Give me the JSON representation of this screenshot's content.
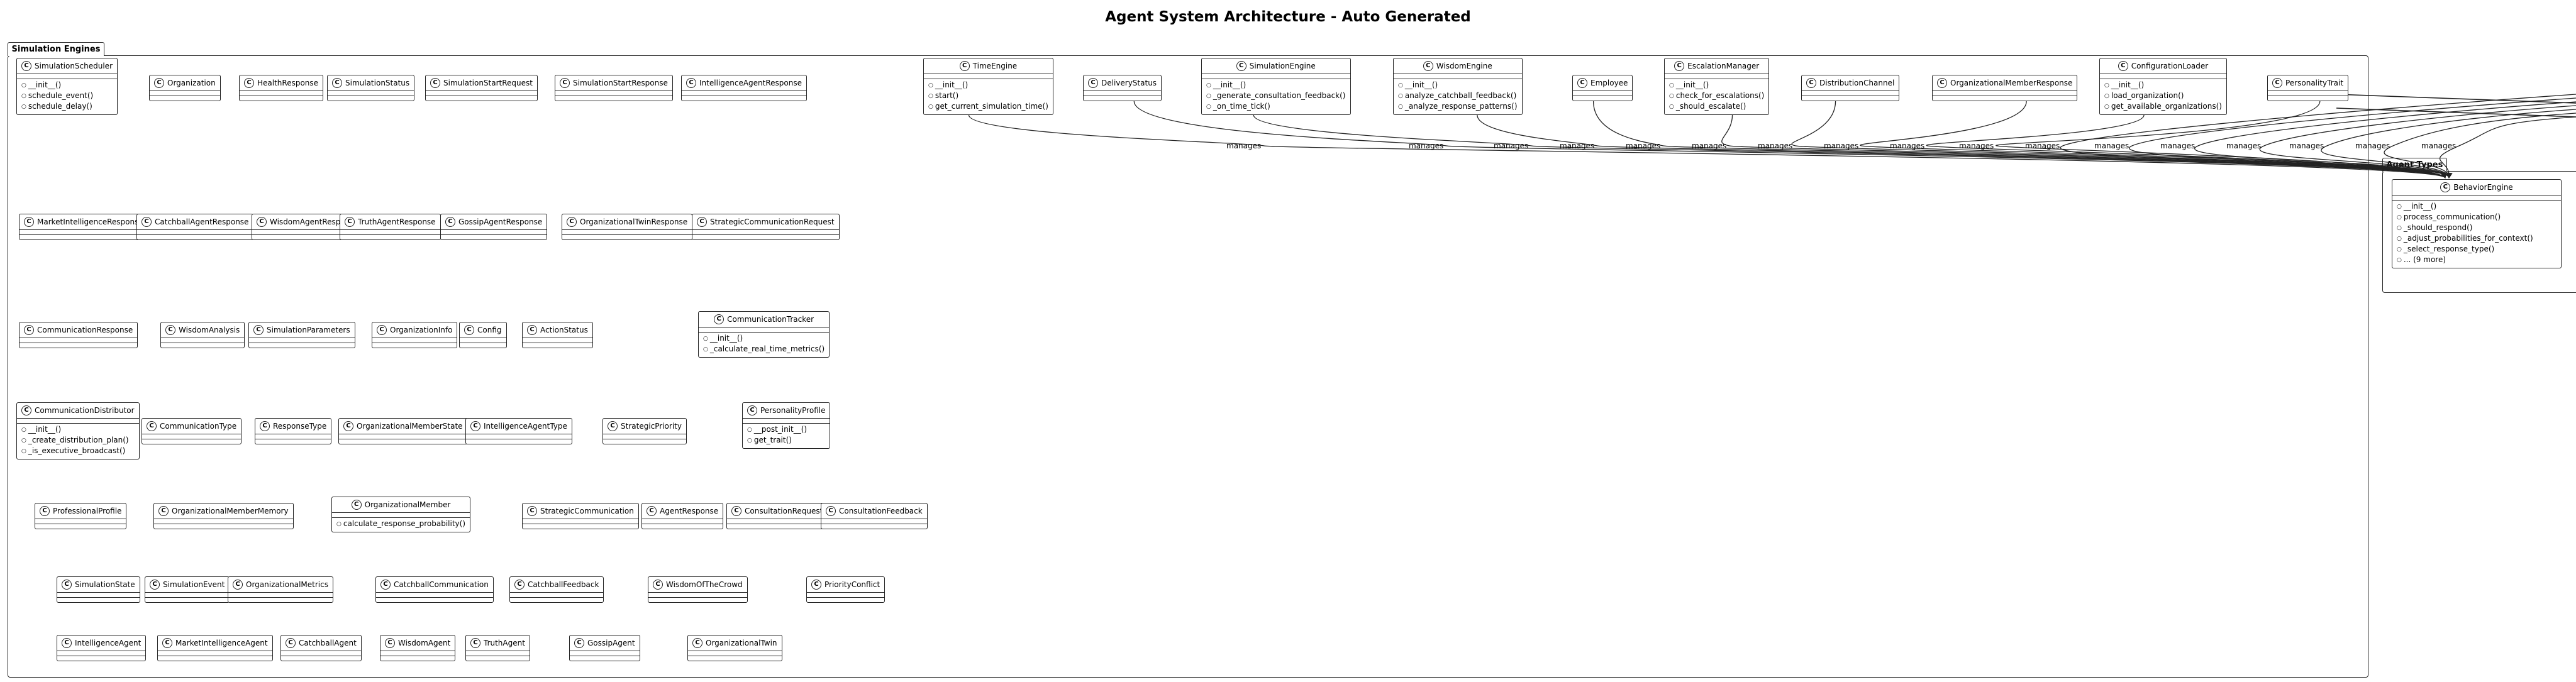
{
  "diagram": {
    "title": "Agent System Architecture - Auto Generated",
    "packages": [
      {
        "name": "Simulation Engines"
      },
      {
        "name": "Agent Types"
      }
    ],
    "classes": [
      {
        "name": "SimulationScheduler",
        "methods": [
          "__init__()",
          "schedule_event()",
          "schedule_delay()"
        ]
      },
      {
        "name": "Organization",
        "methods": []
      },
      {
        "name": "HealthResponse",
        "methods": []
      },
      {
        "name": "SimulationStatus",
        "methods": []
      },
      {
        "name": "SimulationStartRequest",
        "methods": []
      },
      {
        "name": "SimulationStartResponse",
        "methods": []
      },
      {
        "name": "IntelligenceAgentResponse",
        "methods": []
      },
      {
        "name": "TimeEngine",
        "methods": [
          "__init__()",
          "start()",
          "get_current_simulation_time()"
        ]
      },
      {
        "name": "DeliveryStatus",
        "methods": []
      },
      {
        "name": "SimulationEngine",
        "methods": [
          "__init__()",
          "_generate_consultation_feedback()",
          "_on_time_tick()"
        ]
      },
      {
        "name": "WisdomEngine",
        "methods": [
          "__init__()",
          "analyze_catchball_feedback()",
          "_analyze_response_patterns()"
        ]
      },
      {
        "name": "Employee",
        "methods": []
      },
      {
        "name": "EscalationManager",
        "methods": [
          "__init__()",
          "check_for_escalations()",
          "_should_escalate()"
        ]
      },
      {
        "name": "DistributionChannel",
        "methods": []
      },
      {
        "name": "OrganizationalMemberResponse",
        "methods": []
      },
      {
        "name": "ConfigurationLoader",
        "methods": [
          "__init__()",
          "load_organization()",
          "get_available_organizations()"
        ]
      },
      {
        "name": "PersonalityTrait",
        "methods": []
      },
      {
        "name": "MarketIntelligenceResponse",
        "methods": []
      },
      {
        "name": "CatchballAgentResponse",
        "methods": []
      },
      {
        "name": "WisdomAgentResponse",
        "methods": []
      },
      {
        "name": "TruthAgentResponse",
        "methods": []
      },
      {
        "name": "GossipAgentResponse",
        "methods": []
      },
      {
        "name": "OrganizationalTwinResponse",
        "methods": []
      },
      {
        "name": "StrategicCommunicationRequest",
        "methods": []
      },
      {
        "name": "CommunicationResponse",
        "methods": []
      },
      {
        "name": "WisdomAnalysis",
        "methods": []
      },
      {
        "name": "SimulationParameters",
        "methods": []
      },
      {
        "name": "OrganizationInfo",
        "methods": []
      },
      {
        "name": "Config",
        "methods": []
      },
      {
        "name": "ActionStatus",
        "methods": []
      },
      {
        "name": "CommunicationTracker",
        "methods": [
          "__init__()",
          "_calculate_real_time_metrics()"
        ]
      },
      {
        "name": "CommunicationDistributor",
        "methods": [
          "__init__()",
          "_create_distribution_plan()",
          "_is_executive_broadcast()"
        ]
      },
      {
        "name": "CommunicationType",
        "methods": []
      },
      {
        "name": "ResponseType",
        "methods": []
      },
      {
        "name": "OrganizationalMemberState",
        "methods": []
      },
      {
        "name": "IntelligenceAgentType",
        "methods": []
      },
      {
        "name": "StrategicPriority",
        "methods": []
      },
      {
        "name": "PersonalityProfile",
        "methods": [
          "__post_init__()",
          "get_trait()"
        ]
      },
      {
        "name": "ProfessionalProfile",
        "methods": []
      },
      {
        "name": "OrganizationalMemberMemory",
        "methods": []
      },
      {
        "name": "OrganizationalMember",
        "methods": [
          "calculate_response_probability()"
        ]
      },
      {
        "name": "StrategicCommunication",
        "methods": []
      },
      {
        "name": "AgentResponse",
        "methods": []
      },
      {
        "name": "ConsultationRequest",
        "methods": []
      },
      {
        "name": "ConsultationFeedback",
        "methods": []
      },
      {
        "name": "SimulationState",
        "methods": []
      },
      {
        "name": "SimulationEvent",
        "methods": []
      },
      {
        "name": "OrganizationalMetrics",
        "methods": []
      },
      {
        "name": "CatchballCommunication",
        "methods": []
      },
      {
        "name": "CatchballFeedback",
        "methods": []
      },
      {
        "name": "WisdomOfTheCrowd",
        "methods": []
      },
      {
        "name": "PriorityConflict",
        "methods": []
      },
      {
        "name": "IntelligenceAgent",
        "methods": []
      },
      {
        "name": "MarketIntelligenceAgent",
        "methods": []
      },
      {
        "name": "CatchballAgent",
        "methods": []
      },
      {
        "name": "WisdomAgent",
        "methods": []
      },
      {
        "name": "TruthAgent",
        "methods": []
      },
      {
        "name": "GossipAgent",
        "methods": []
      },
      {
        "name": "OrganizationalTwin",
        "methods": []
      },
      {
        "name": "BehaviorEngine",
        "methods": [
          "__init__()",
          "process_communication()",
          "_should_respond()",
          "_adjust_probabilities_for_context()",
          "_select_response_type()",
          "... (9 more)"
        ]
      }
    ],
    "edge_label": "manages",
    "class_icon": "C"
  }
}
